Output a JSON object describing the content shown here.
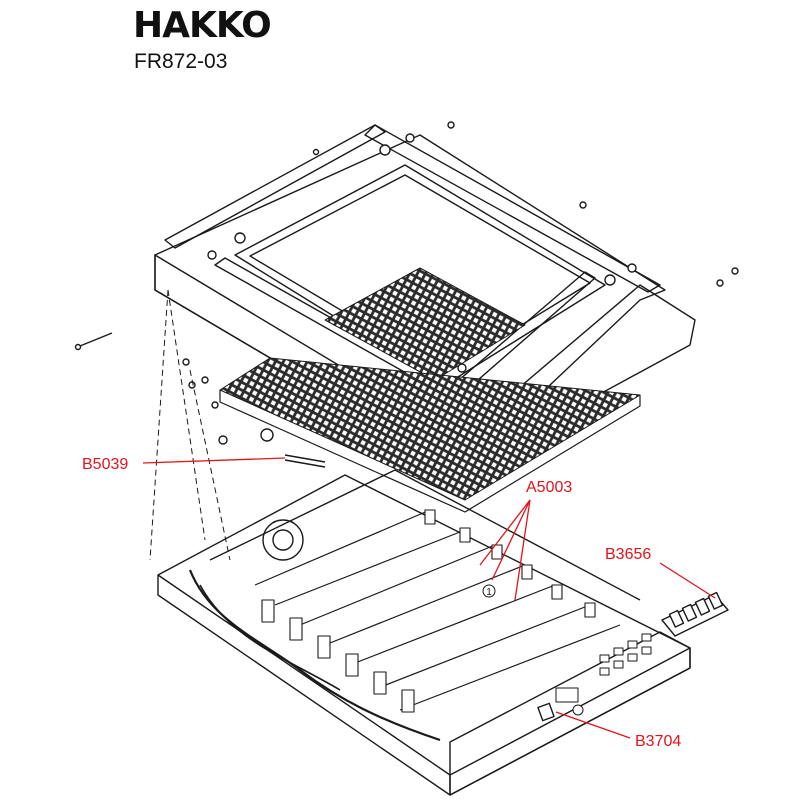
{
  "header": {
    "brand": "HAKKO",
    "model": "FR872-03"
  },
  "callouts": [
    {
      "id": "B5039",
      "label": "B5039"
    },
    {
      "id": "A5003",
      "label": "A5003"
    },
    {
      "id": "B3656",
      "label": "B3656"
    },
    {
      "id": "B3704",
      "label": "B3704"
    }
  ],
  "inline_marker": "1",
  "colors": {
    "line": "#1a1a1a",
    "callout": "#e1141b",
    "mesh": "#2b2b2b",
    "background": "#ffffff"
  }
}
